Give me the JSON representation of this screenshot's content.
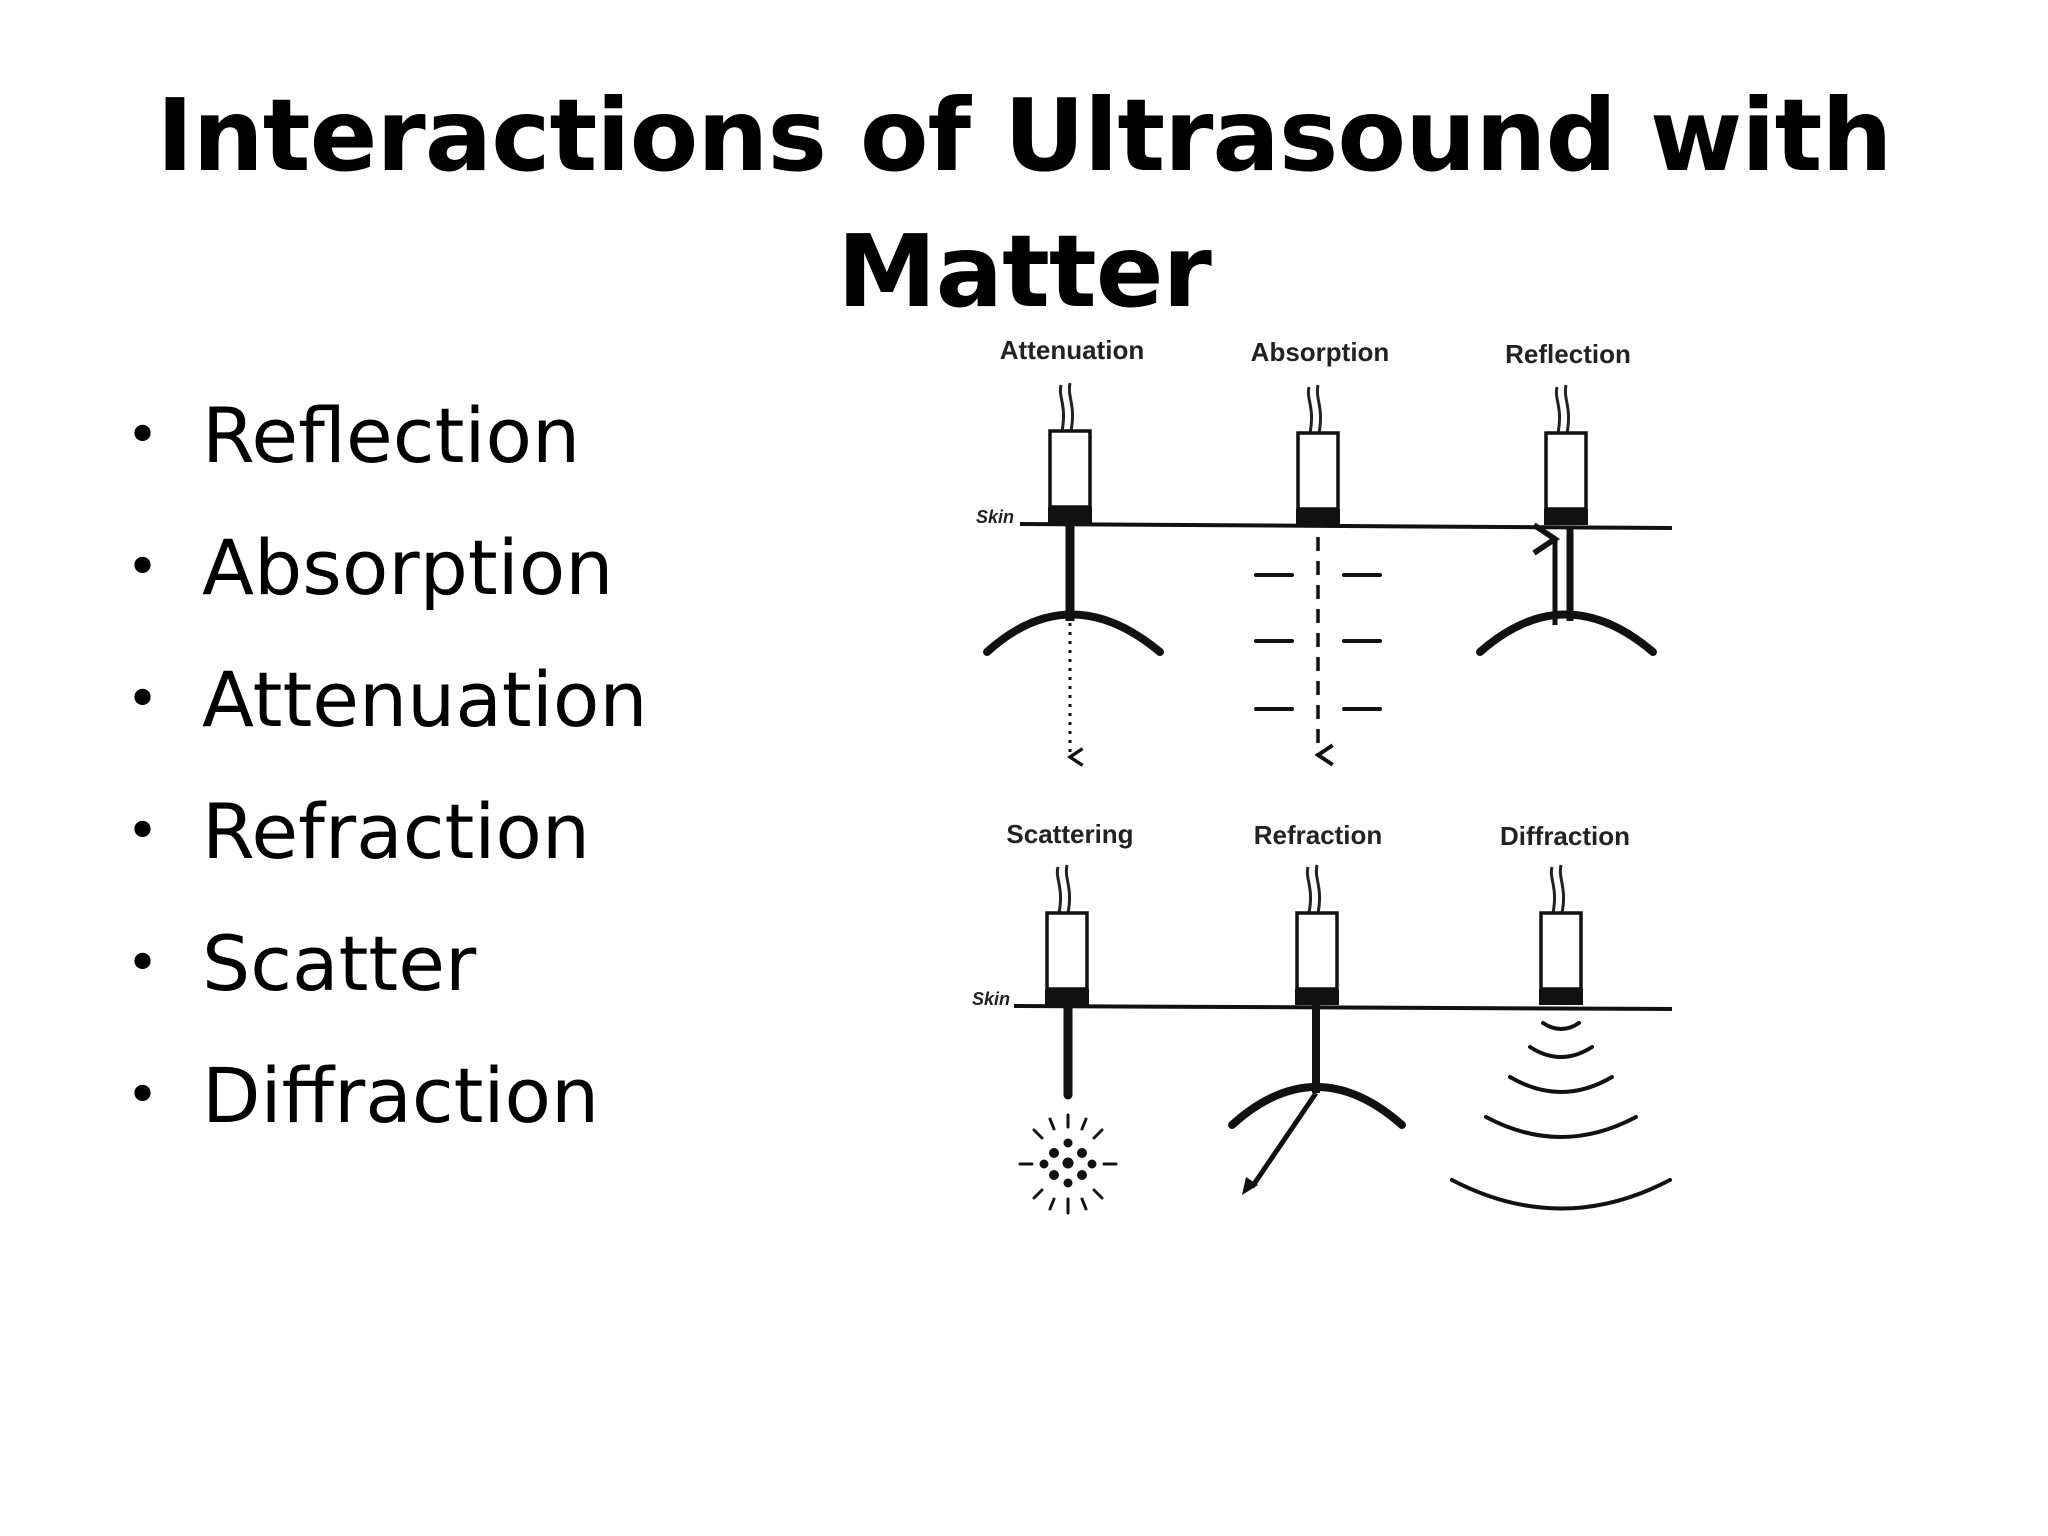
{
  "slide": {
    "title_line1": "Interactions of Ultrasound with",
    "title_line2": "Matter",
    "bullets": [
      "Reflection",
      "Absorption",
      "Attenuation",
      "Refraction",
      "Scatter",
      "Diffraction"
    ],
    "bullet_glyph": "•"
  },
  "diagram": {
    "labels": {
      "attenuation": "Attenuation",
      "absorption": "Absorption",
      "reflection": "Reflection",
      "scattering": "Scattering",
      "refraction": "Refraction",
      "diffraction": "Diffraction",
      "skin_top": "Skin",
      "skin_bottom": "Skin"
    }
  }
}
